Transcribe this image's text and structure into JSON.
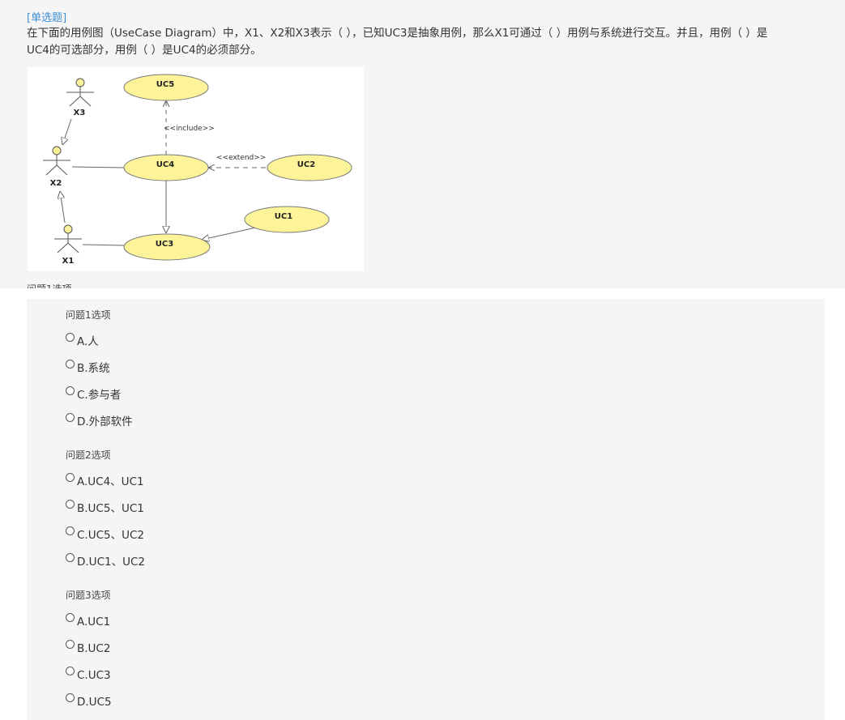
{
  "question": {
    "type_label": "[单选题]",
    "stem_line1": "在下面的用例图（UseCase Diagram）中，X1、X2和X3表示（ ），已知UC3是抽象用例，那么X1可通过（ ）用例与系统进行交互。并且，用例（ ）是",
    "stem_line2": "UC4的可选部分，用例（ ）是UC4的必须部分。"
  },
  "diagram": {
    "actors": [
      "X3",
      "X2",
      "X1"
    ],
    "use_cases": [
      "UC5",
      "UC4",
      "UC2",
      "UC1",
      "UC3"
    ],
    "include_label": "<<include>>",
    "extend_label": "<<extend>>"
  },
  "cut_label": "问题1选项",
  "groups": [
    {
      "label": "问题1选项",
      "options": [
        "A.人",
        "B.系统",
        "C.参与者",
        "D.外部软件"
      ]
    },
    {
      "label": "问题2选项",
      "options": [
        "A.UC4、UC1",
        "B.UC5、UC1",
        "C.UC5、UC2",
        "D.UC1、UC2"
      ]
    },
    {
      "label": "问题3选项",
      "options": [
        "A.UC1",
        "B.UC2",
        "C.UC3",
        "D.UC5"
      ]
    }
  ],
  "colors": {
    "accent": "#3d8fd6",
    "ellipse_fill": "#fdf49a",
    "card_bg": "#f5f5f5"
  }
}
